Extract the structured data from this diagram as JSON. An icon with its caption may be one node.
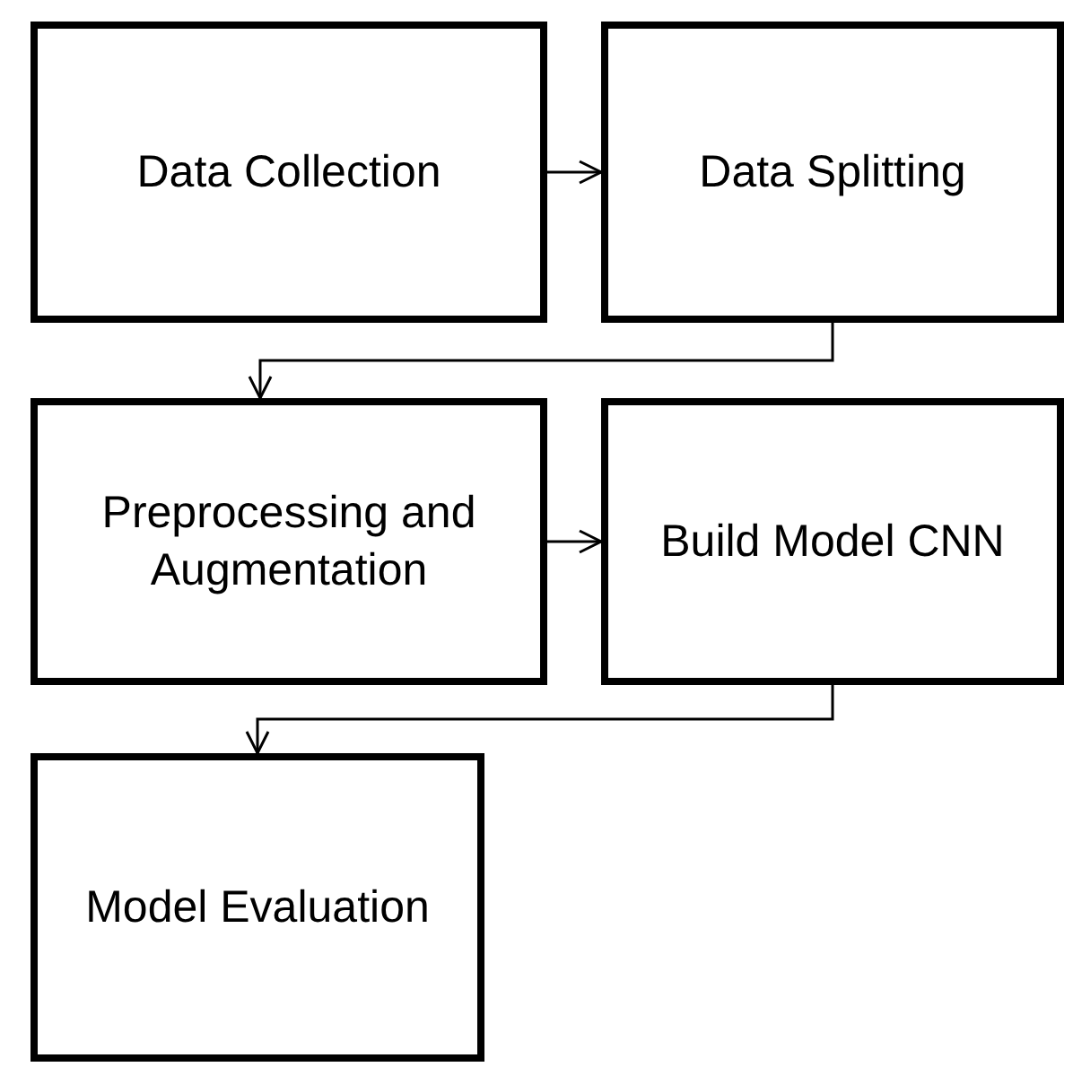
{
  "diagram": {
    "nodes": [
      {
        "text": [
          "Data Collection"
        ]
      },
      {
        "text": [
          "Data Splitting"
        ]
      },
      {
        "text": [
          "Preprocessing and Augmentation"
        ]
      },
      {
        "text": [
          "Build Model CNN"
        ]
      },
      {
        "text": [
          "Model Evaluation"
        ]
      }
    ],
    "edges": [
      {
        "from": 0,
        "to": 1,
        "arrow": "to"
      },
      {
        "from": 1,
        "to": 2,
        "arrow": "to"
      },
      {
        "from": 2,
        "to": 3,
        "arrow": "to"
      },
      {
        "from": 3,
        "to": 4,
        "arrow": "to"
      }
    ]
  }
}
